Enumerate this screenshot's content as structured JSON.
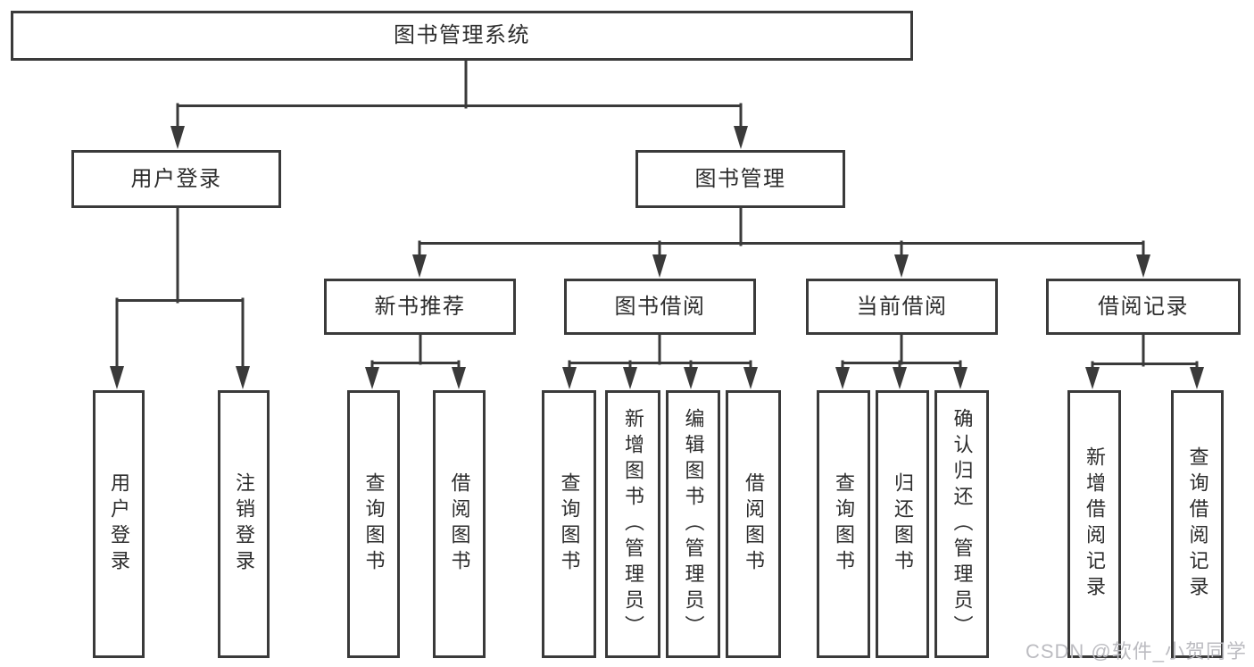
{
  "diagram_title": "图书管理系统",
  "watermark": "CSDN @软件_小贺同学",
  "colors": {
    "line": "#3a3a3a",
    "box_border": "#3a3a3a",
    "text": "#2d2d2d",
    "watermark_text": "#bcbcc1",
    "background": "#ffffff"
  },
  "tree": {
    "label": "图书管理系统",
    "children": [
      {
        "label": "用户登录",
        "children": [
          {
            "label": "用户登录"
          },
          {
            "label": "注销登录"
          }
        ]
      },
      {
        "label": "图书管理",
        "children": [
          {
            "label": "新书推荐",
            "children": [
              {
                "label": "查询图书"
              },
              {
                "label": "借阅图书"
              }
            ]
          },
          {
            "label": "图书借阅",
            "children": [
              {
                "label": "查询图书"
              },
              {
                "label": "新增图书（管理员）"
              },
              {
                "label": "编辑图书（管理员）"
              },
              {
                "label": "借阅图书"
              }
            ]
          },
          {
            "label": "当前借阅",
            "children": [
              {
                "label": "查询图书"
              },
              {
                "label": "归还图书"
              },
              {
                "label": "确认归还（管理员）"
              }
            ]
          },
          {
            "label": "借阅记录",
            "children": [
              {
                "label": "新增借阅记录"
              },
              {
                "label": "查询借阅记录"
              }
            ]
          }
        ]
      }
    ]
  }
}
